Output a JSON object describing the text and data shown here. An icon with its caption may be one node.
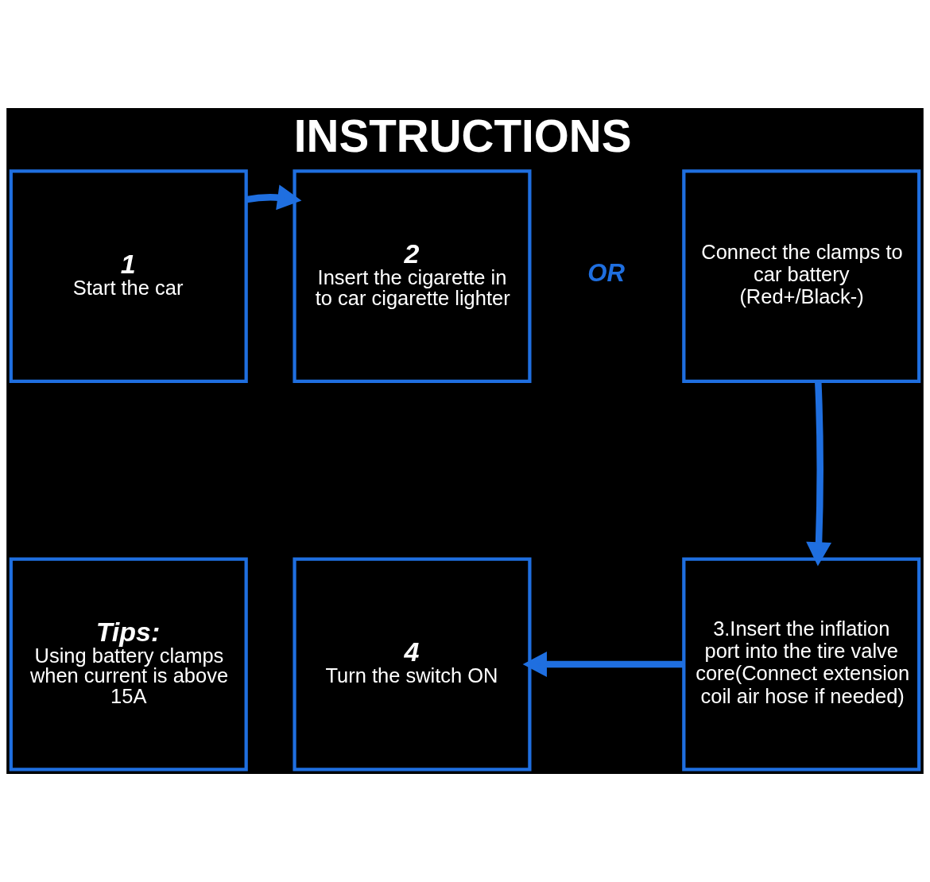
{
  "diagram": {
    "title": "INSTRUCTIONS",
    "nodes": [
      {
        "text": [
          "1",
          "Start the car"
        ]
      },
      {
        "text": [
          "2",
          "Insert the cigarette in to car cigarette lighter"
        ]
      },
      {
        "text": [
          "Connect the clamps to car battery (Red+/Black-)"
        ]
      },
      {
        "text": [
          "Tips:",
          "Using battery clamps when current is above 15A"
        ]
      },
      {
        "text": [
          "4",
          "Turn the switch ON"
        ]
      },
      {
        "text": [
          "3.Insert the inflation port into the tire valve core(Connect extension coil air hose if needed)"
        ]
      }
    ],
    "edges": [
      {
        "from": 0,
        "to": 1,
        "arrow": "to"
      },
      {
        "from": 2,
        "to": 5,
        "arrow": "to"
      },
      {
        "from": 5,
        "to": 4,
        "arrow": "to"
      }
    ],
    "labels": [
      "OR"
    ]
  }
}
